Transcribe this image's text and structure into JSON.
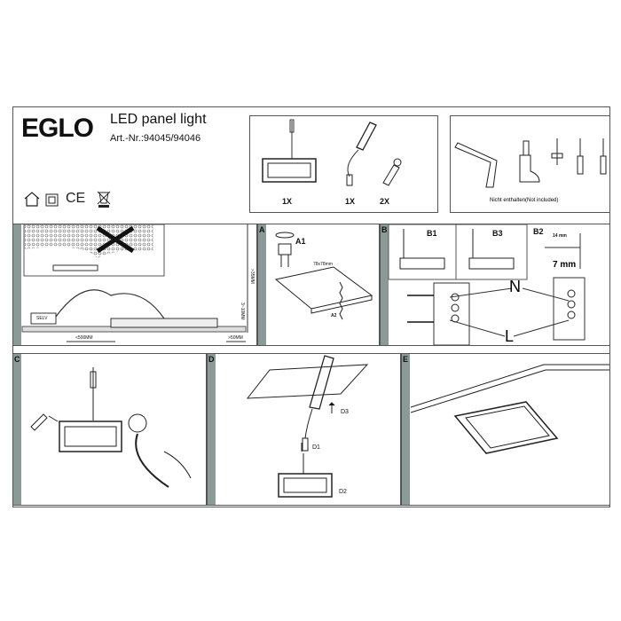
{
  "header": {
    "brand": "EGLO",
    "product_title": "LED panel light",
    "article_number": "Art.-Nr.:94045/94046",
    "symbols": [
      "indoor-house-icon",
      "class-ii-icon",
      "ce-mark-icon",
      "weee-bin-icon"
    ],
    "ce_text": "CE"
  },
  "contents": {
    "items": [
      {
        "name": "led-panel",
        "qty": "1X"
      },
      {
        "name": "driver",
        "qty": "1X"
      },
      {
        "name": "spring-clip",
        "qty": "2X"
      }
    ]
  },
  "tools": {
    "note": "Nicht enthalten(Not included)"
  },
  "panel_install": {
    "selv": "SELV",
    "dim_depth": ">35MM",
    "dim_ceiling": "3~10MM",
    "dim_cable": "<500MM",
    "dim_side": ">50MM"
  },
  "step_a": {
    "letter": "A",
    "a1": "A1",
    "a2": "A2",
    "cutout": "78x78mm"
  },
  "step_b": {
    "letter": "B",
    "b1": "B1",
    "b2": "B2",
    "b3": "B3",
    "strip1": "14 mm",
    "strip2": "7 mm",
    "neutral": "N",
    "live": "L"
  },
  "step_c": {
    "letter": "C"
  },
  "step_d": {
    "letter": "D",
    "d1": "D1",
    "d2": "D2",
    "d3": "D3"
  },
  "step_e": {
    "letter": "E"
  }
}
